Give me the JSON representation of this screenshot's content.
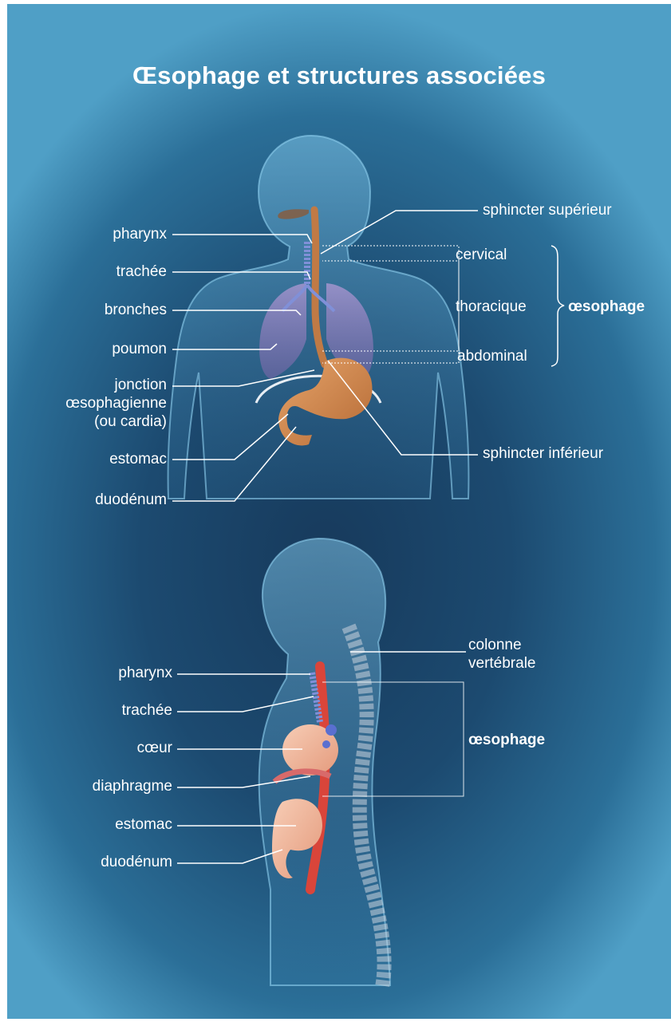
{
  "title": "Œsophage et structures associées",
  "front": {
    "labels_left": [
      "pharynx",
      "trachée",
      "bronches",
      "poumon",
      "jonction",
      "œsophagienne",
      "(ou cardia)",
      "estomac",
      "duodénum"
    ],
    "labels_right": [
      "sphincter supérieur",
      "cervical",
      "thoracique",
      "abdominal",
      "sphincter inférieur"
    ],
    "group_label": "œsophage"
  },
  "side": {
    "labels_left": [
      "pharynx",
      "trachée",
      "cœur",
      "diaphragme",
      "estomac",
      "duodénum"
    ],
    "label_spine_1": "colonne",
    "label_spine_2": "vertébrale",
    "group_label": "œsophage"
  },
  "colors": {
    "background_dark": "#173a5c",
    "background_edge": "#4f9fc6",
    "esophagus": "#c07a45",
    "stomach": "#d08a52",
    "lung": "#9a7fc0",
    "trachea": "#7f8fd0",
    "heart": "#f0b59a",
    "aorta": "#d9453a",
    "leader_line": "#ffffff"
  }
}
